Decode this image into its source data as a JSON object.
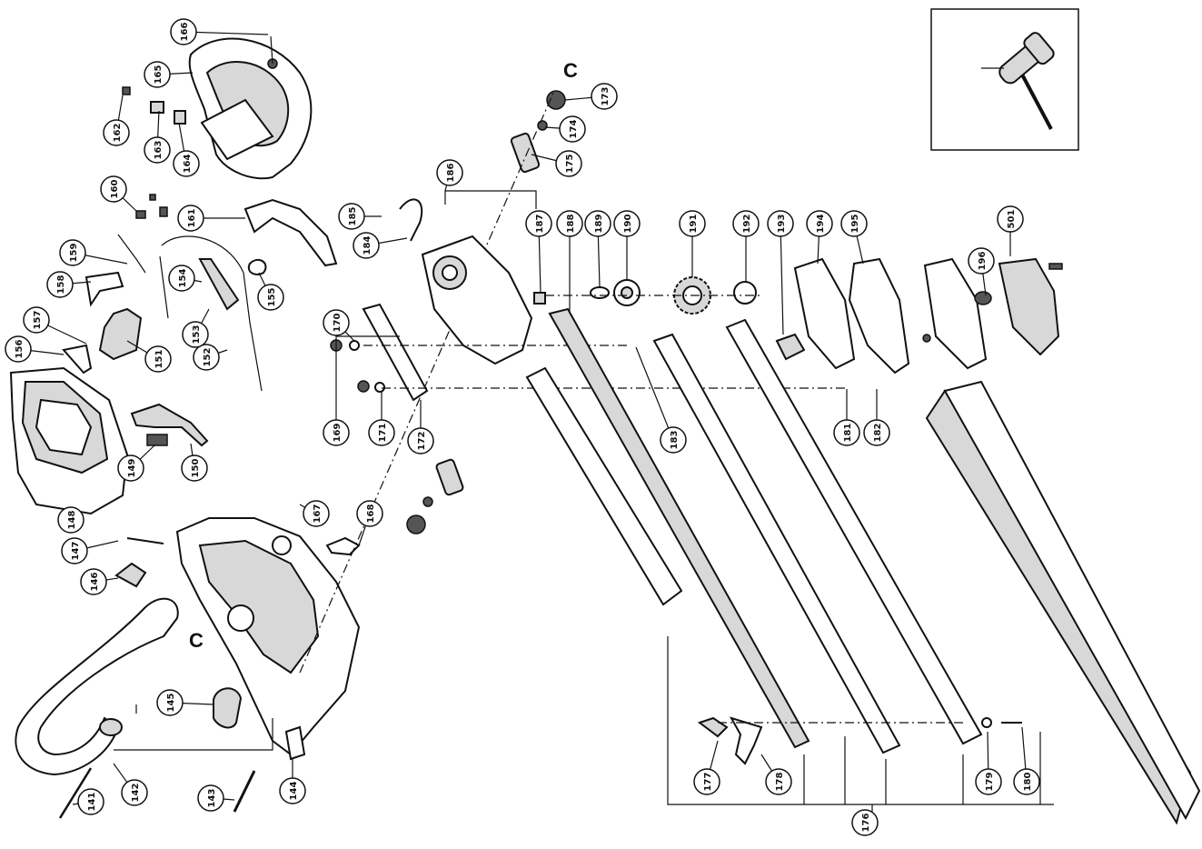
{
  "callouts": [
    "141",
    "142",
    "143",
    "144",
    "145",
    "146",
    "147",
    "148",
    "149",
    "150",
    "151",
    "152",
    "153",
    "154",
    "155",
    "156",
    "157",
    "158",
    "159",
    "160",
    "161",
    "162",
    "163",
    "164",
    "165",
    "166",
    "167",
    "168",
    "169",
    "170",
    "171",
    "172",
    "173",
    "174",
    "175",
    "176",
    "177",
    "178",
    "179",
    "180",
    "181",
    "182",
    "183",
    "184",
    "185",
    "186",
    "187",
    "188",
    "189",
    "190",
    "191",
    "192",
    "193",
    "194",
    "195",
    "196",
    "501"
  ],
  "reference_letter": "C"
}
